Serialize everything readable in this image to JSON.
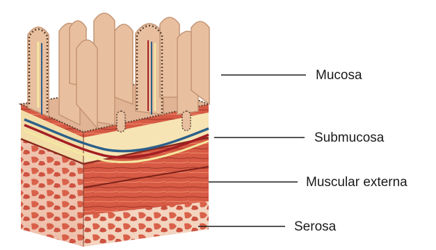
{
  "figure": {
    "labels": [
      {
        "key": "mucosa",
        "text": "Mucosa"
      },
      {
        "key": "submucosa",
        "text": "Submucosa"
      },
      {
        "key": "muscularis",
        "text": "Muscular externa"
      },
      {
        "key": "serosa",
        "text": "Serosa"
      }
    ]
  },
  "colors": {
    "villi": "#e8c0a0",
    "villi_shade": "#cf9c7c",
    "epithelium_edge": "#5a4030",
    "submucosa": "#f6e4b4",
    "muscle": "#d0503e",
    "muscle_light": "#e88a6a",
    "vein": "#2b5f8a",
    "artery": "#a41e22",
    "lymph": "#f4e8a0"
  }
}
